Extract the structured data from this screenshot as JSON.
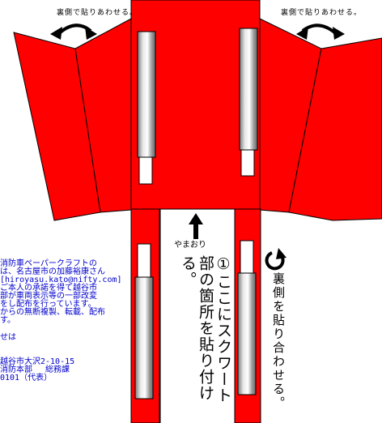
{
  "labels": {
    "glue_back_left": "裏側で貼りあわせる。",
    "glue_back_right": "裏側で貼りあわせる。",
    "mountain_fold": "やまおり",
    "glue_here": "①ここにスクワート部の箇所を貼り付ける。",
    "glue_back_vertical": "裏側を貼り合わせる。"
  },
  "credit_lines": [
    "消防車ペーパークラフトの",
    "は、名古屋市の加藤裕康さん",
    "[hiroyasu.kato@nifty.com]",
    "ご本人の承諾を得て越谷市",
    "部が車両表示等の一部改変",
    "をし配布を行っています。",
    "からの無断複製、転載、配布",
    "す。",
    "",
    "せは",
    "",
    "越谷市大沢2-10-15",
    "消防本部　 総務課",
    "0101（代表）"
  ],
  "icons": [
    "curved-double-arrow-icon",
    "curved-double-arrow-icon",
    "up-arrow-icon",
    "rotate-arrow-icon"
  ],
  "colors": {
    "red": "#ff0000",
    "outline": "#000000",
    "credit_text": "#0000cc"
  }
}
